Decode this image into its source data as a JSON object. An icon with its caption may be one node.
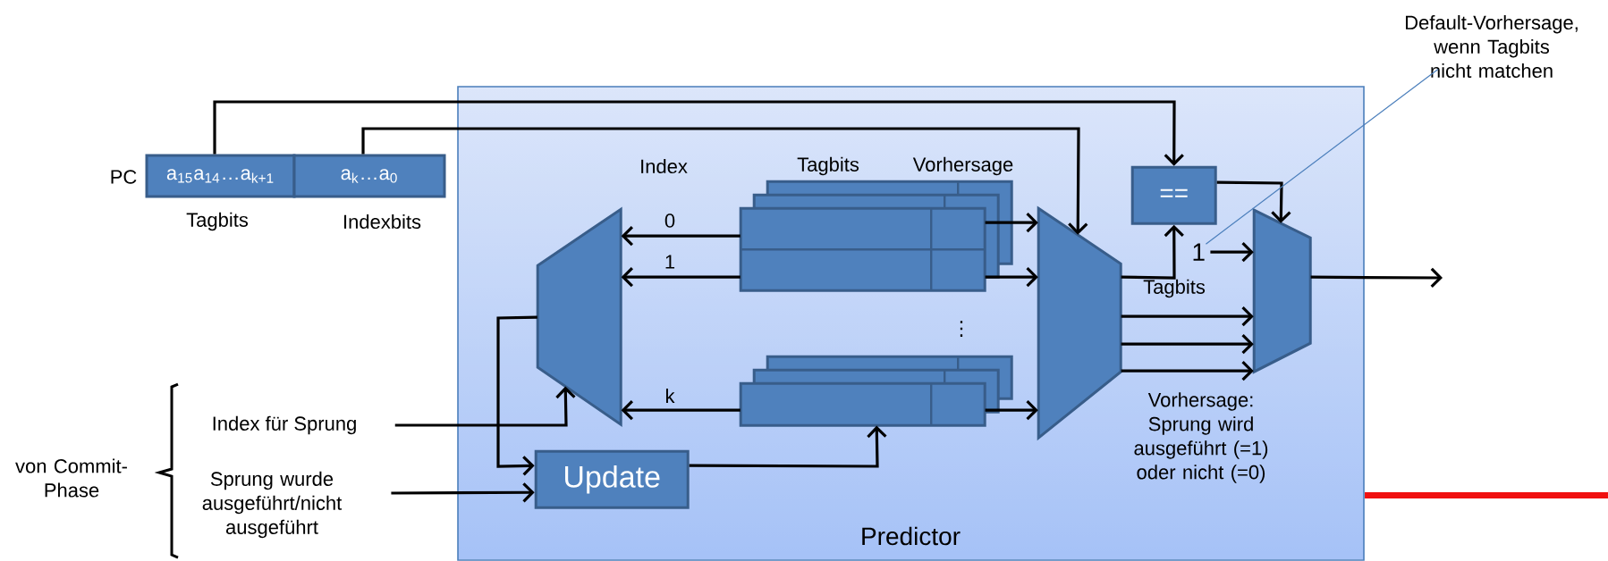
{
  "diagram": {
    "nodes": [
      {
        "text": [
          "Predictor"
        ]
      },
      {
        "text": [
          "a$_{15}$a$_{14}$…a$_{k+1}$"
        ],
        "beside": [
          "PC",
          "Tagbits"
        ]
      },
      {
        "text": [
          "a$_{k}$…a$_{0}$"
        ],
        "beside": [
          "Indexbits"
        ]
      },
      {
        "text": [],
        "shape": "trapezoid",
        "in": 0
      },
      {
        "text": [
          "Update"
        ],
        "in": 0
      },
      {
        "text": [],
        "shape": "box",
        "in": 0
      },
      {
        "text": [],
        "shape": "box",
        "in": 0
      },
      {
        "text": [],
        "shape": "trapezoid",
        "in": 0
      },
      {
        "text": [
          "=="
        ],
        "in": 0
      },
      {
        "text": [
          "1"
        ],
        "in": 0
      },
      {
        "text": [],
        "shape": "trapezoid",
        "in": 0
      },
      {
        "text": [
          "Default-Vorhersage, wenn Tagbits nicht matchen"
        ]
      },
      {
        "text": [
          "Index für Sprung"
        ]
      },
      {
        "text": [
          "Sprung wurde ausgeführt/nicht ausgeführt"
        ]
      }
    ],
    "edges": [
      {
        "from": 1,
        "to": 8,
        "arrow": "to"
      },
      {
        "from": 2,
        "to": 7,
        "arrow": "to"
      },
      {
        "from": 5,
        "to": 3,
        "arrow": "to",
        "label": "0"
      },
      {
        "from": 5,
        "to": 3,
        "arrow": "to",
        "label": "1"
      },
      {
        "from": 6,
        "to": 3,
        "arrow": "to",
        "label": "k"
      },
      {
        "from": 5,
        "to": 7,
        "arrow": "to"
      },
      {
        "from": 5,
        "to": 7,
        "arrow": "to"
      },
      {
        "from": 6,
        "to": 7,
        "arrow": "to"
      },
      {
        "from": 7,
        "to": 8,
        "arrow": "to",
        "label": "Tagbits"
      },
      {
        "from": 8,
        "to": 10,
        "arrow": "to"
      },
      {
        "from": 9,
        "to": 10,
        "arrow": "to"
      },
      {
        "from": 7,
        "to": 10,
        "arrow": "to"
      },
      {
        "from": 7,
        "to": 10,
        "arrow": "to"
      },
      {
        "from": 7,
        "to": 10,
        "arrow": "to"
      },
      {
        "from": 10,
        "to": null,
        "arrow": "to"
      },
      {
        "from": 12,
        "to": 3,
        "arrow": "to"
      },
      {
        "from": 13,
        "to": 4,
        "arrow": "to"
      },
      {
        "from": 3,
        "to": 4,
        "arrow": "to"
      },
      {
        "from": 4,
        "to": 6,
        "arrow": "to"
      },
      {
        "from": 11,
        "to": 9,
        "arrow": "none",
        "color": "#4a7ebb"
      }
    ],
    "labels": [
      "Index",
      "Tagbits",
      "Vorhersage",
      "⋮",
      "Vorhersage: Sprung wird ausgeführt (=1) oder nicht (=0)",
      "von Commit-Phase"
    ]
  }
}
